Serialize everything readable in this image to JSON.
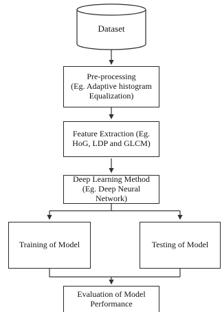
{
  "nodes": {
    "dataset": "Dataset",
    "preprocessing": {
      "line1": "Pre-processing",
      "line2": "(Eg. Adaptive histogram",
      "line3": "Equalization)"
    },
    "feature_extraction": {
      "line1": "Feature Extraction (Eg.",
      "line2": "HoG, LDP and GLCM)"
    },
    "deep_learning": {
      "line1": "Deep Learning Method",
      "line2": "(Eg. Deep Neural",
      "line3": "Network)"
    },
    "training": "Training of Model",
    "testing": "Testing of Model",
    "evaluation": {
      "line1": "Evaluation of Model",
      "line2": "Performance"
    }
  }
}
